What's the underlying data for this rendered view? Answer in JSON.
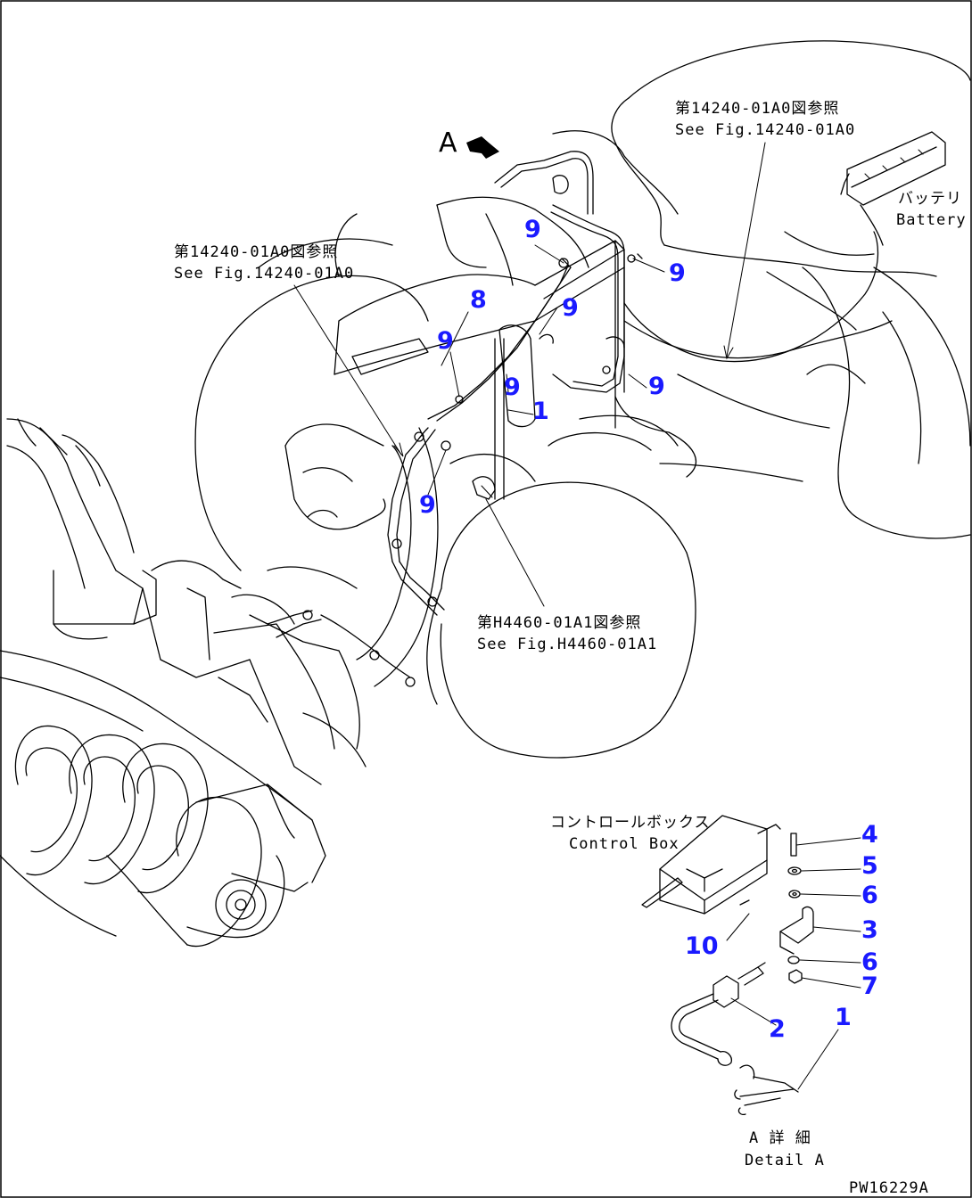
{
  "view_label": "A",
  "references": {
    "top_right": {
      "jp": "第14240-01A0図参照",
      "en": "See Fig.14240-01A0"
    },
    "left": {
      "jp": "第14240-01A0図参照",
      "en": "See Fig.14240-01A0"
    },
    "bottom": {
      "jp": "第H4460-01A1図参照",
      "en": "See Fig.H4460-01A1"
    }
  },
  "battery": {
    "jp": "バッテリ",
    "en": "Battery"
  },
  "control_box": {
    "jp": "コントロールボックス",
    "en": "Control Box"
  },
  "detail": {
    "jp": "A 詳 細",
    "en": "Detail A"
  },
  "drawing_code": "PW16229A",
  "callouts": {
    "main": [
      "9",
      "9",
      "8",
      "9",
      "9",
      "9",
      "1",
      "9",
      "9"
    ],
    "detail": [
      "4",
      "5",
      "6",
      "3",
      "6",
      "7",
      "10",
      "2",
      "1"
    ]
  }
}
